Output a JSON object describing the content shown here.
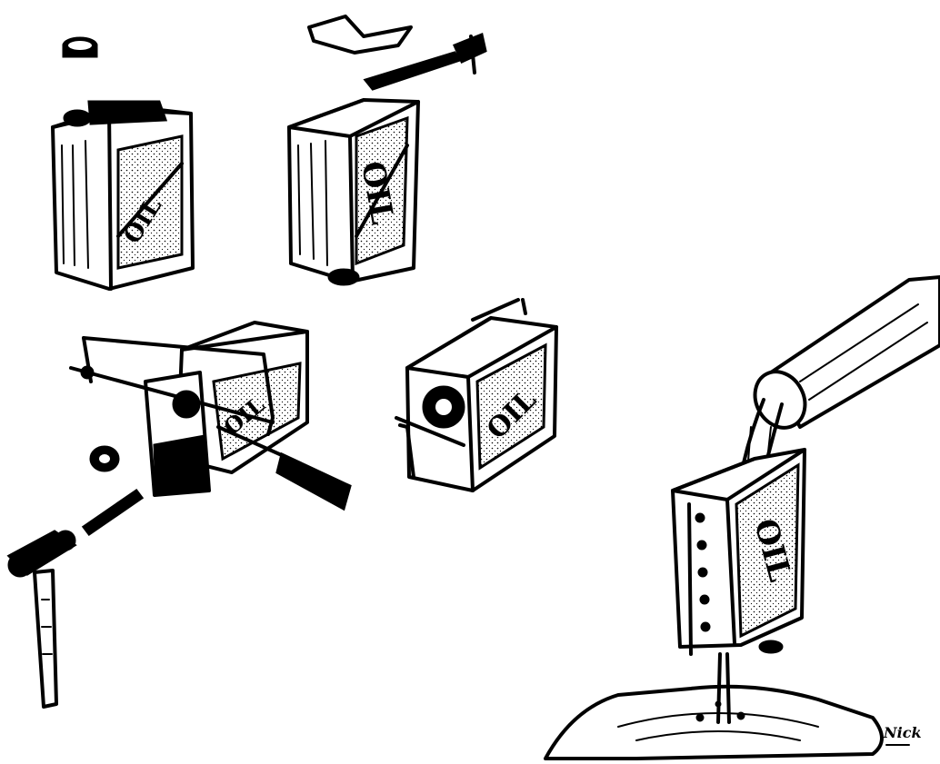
{
  "panels": [
    {
      "id": "can-intact",
      "label": "OIL"
    },
    {
      "id": "can-top-cut",
      "label": "OIL"
    },
    {
      "id": "can-sawing",
      "label": "OIL"
    },
    {
      "id": "can-assembled",
      "label": "OIL"
    },
    {
      "id": "can-watering",
      "label": "OIL"
    }
  ],
  "signature": "Nick"
}
